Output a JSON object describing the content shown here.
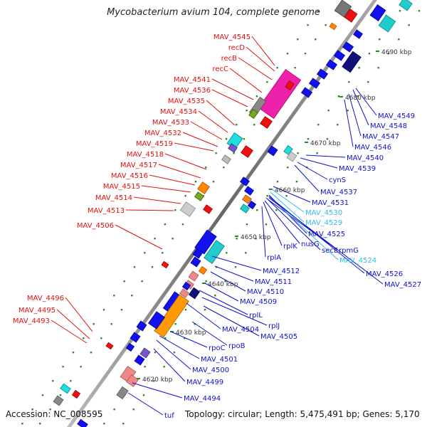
{
  "title": "Mycobacterium avium 104, complete genome",
  "footer": {
    "accession": "Accession: NC_008595",
    "summary": "Topology: circular; Length: 5,475,491 bp; Genes: 5,170"
  },
  "colors": {
    "left_label": "#e01010",
    "right_label": "#1010cc",
    "highlight_label": "#33bbee",
    "backbone": "#8a8a8a"
  },
  "kbp_ticks": [
    "4620 kbp",
    "4630 kbp",
    "4640 kbp",
    "4650 kbp",
    "4660 kbp",
    "4670 kbp",
    "4680 kbp",
    "4690 kbp"
  ],
  "left_labels": [
    "MAV_4545",
    "recD",
    "recB",
    "recC",
    "MAV_4541",
    "MAV_4536",
    "MAV_4535",
    "MAV_4534",
    "MAV_4533",
    "MAV_4532",
    "MAV_4519",
    "MAV_4518",
    "MAV_4517",
    "MAV_4516",
    "MAV_4515",
    "MAV_4514",
    "MAV_4513",
    "MAV_4506",
    "MAV_4496",
    "MAV_4495",
    "MAV_4493"
  ],
  "right_labels": [
    "MAV_4549",
    "MAV_4548",
    "MAV_4547",
    "MAV_4546",
    "MAV_4540",
    "MAV_4539",
    "cynS",
    "MAV_4537",
    "MAV_4531",
    "MAV_4530",
    "MAV_4529",
    "MAV_4525",
    "secE",
    "rpmG",
    "nusG",
    "rplK",
    "rplA",
    "MAV_4524",
    "MAV_4526",
    "MAV_4527",
    "MAV_4512",
    "MAV_4511",
    "MAV_4510",
    "MAV_4509",
    "rplL",
    "rplJ",
    "MAV_4504",
    "MAV_4505",
    "rpoB",
    "rpoC",
    "MAV_4501",
    "MAV_4500",
    "MAV_4499",
    "MAV_4494",
    "tuf"
  ]
}
